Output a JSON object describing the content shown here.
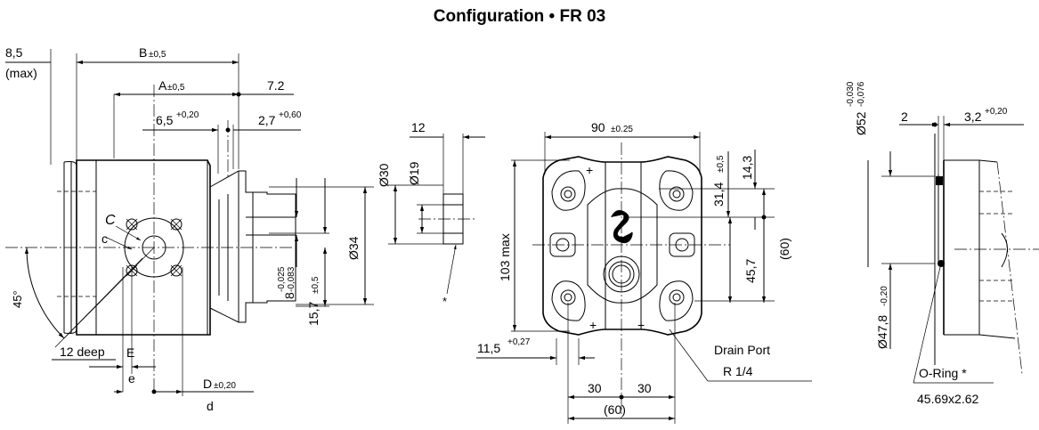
{
  "title": "Configuration • FR 03",
  "side_view": {
    "dim_8_5": "8,5",
    "dim_max": "(max)",
    "dim_B": "B",
    "tol_B": "±0,5",
    "dim_A": "A",
    "tol_A": "±0,5",
    "dim_7_2": "7.2",
    "dim_6_5": "6,5",
    "tol_6_5": "+0,20",
    "dim_2_7": "2,7",
    "tol_2_7": "+0,60",
    "label_C": "C",
    "label_c": "c",
    "angle_45": "45°",
    "label_12deep": "12 deep",
    "label_E": "E",
    "label_e": "e",
    "dim_D": "D",
    "tol_D": "±0,20",
    "label_d": "d",
    "dim_8": "8",
    "tol_8": "-0,025\n-0,083",
    "tol_8_upper": "-0,025",
    "tol_8_lower": "-0,083",
    "dim_15_7": "15,7",
    "tol_15_7": "±0,5",
    "dim_o34": "Ø34"
  },
  "flange_section": {
    "dim_12": "12",
    "dim_o30": "Ø30",
    "dim_o19": "Ø19",
    "note_star": "*"
  },
  "front_view": {
    "dim_90": "90",
    "tol_90": "±0.25",
    "dim_103": "103 max",
    "dim_31_4": "31,4",
    "tol_31_4": "±0,5",
    "dim_14_3": "14,3",
    "dim_45_7": "45,7",
    "dim_60v": "(60)",
    "dim_11_5": "11,5",
    "tol_11_5": "+0,27",
    "dim_30a": "30",
    "dim_30b": "30",
    "dim_60h": "(60)",
    "drain_label": "Drain Port",
    "drain_size": "R 1/4"
  },
  "rear_view": {
    "dim_o52": "Ø52",
    "tol_o52": "-0,030\n-0,076",
    "tol_o52_upper": "-0,030",
    "tol_o52_lower": "-0,076",
    "dim_2": "2",
    "dim_3_2": "3,2",
    "tol_3_2": "+0,20",
    "dim_o47_8": "Ø47,8",
    "tol_o47_8": "-0,20",
    "oring_label": "O-Ring *",
    "oring_size": "45.69x2.62"
  }
}
